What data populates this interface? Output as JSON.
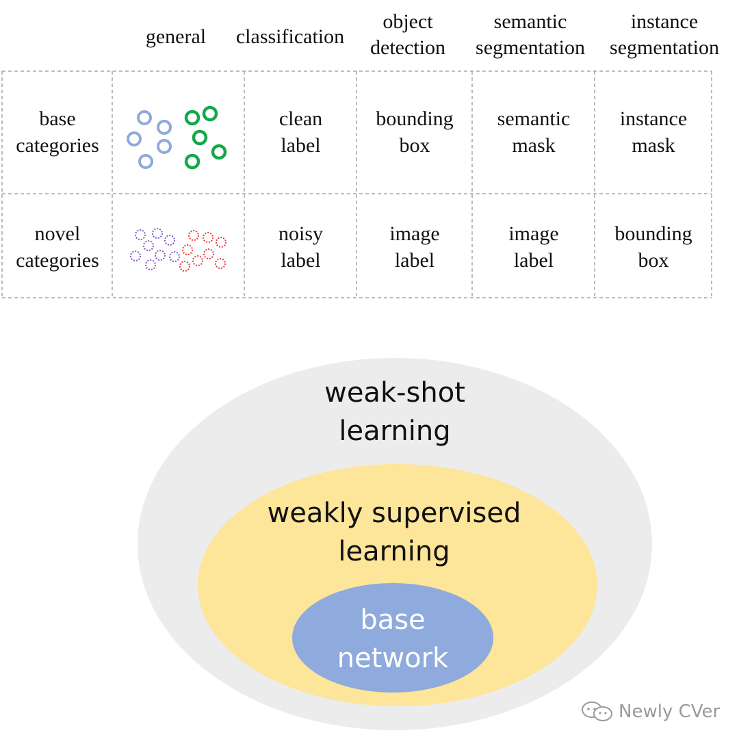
{
  "table": {
    "column_headers": [
      "general",
      "classification",
      "object\ndetection",
      "semantic\nsegmentation",
      "instance\nsegmentation"
    ],
    "rows": [
      {
        "label": "base\ncategories",
        "classification": "clean\nlabel",
        "object_detection": "bounding\nbox",
        "semantic_segmentation": "semantic\nmask",
        "instance_segmentation": "instance\nmask"
      },
      {
        "label": "novel\ncategories",
        "classification": "noisy\nlabel",
        "object_detection": "image\nlabel",
        "semantic_segmentation": "image\nlabel",
        "instance_segmentation": "bounding\nbox"
      }
    ]
  },
  "venn": {
    "outer": "weak-shot\nlearning",
    "middle": "weakly supervised\nlearning",
    "inner": "base\nnetwork"
  },
  "watermark": "Newly CVer",
  "colors": {
    "grid_line": "#a6a6a6",
    "base_blue": "#8fa9dc",
    "base_green": "#14a84a",
    "novel_purple": "#7e57c2",
    "novel_red": "#e53935",
    "outer_ellipse": "#ececec",
    "middle_ellipse": "#fde59a",
    "inner_ellipse": "#8faadc",
    "inner_text": "#ffffff"
  }
}
